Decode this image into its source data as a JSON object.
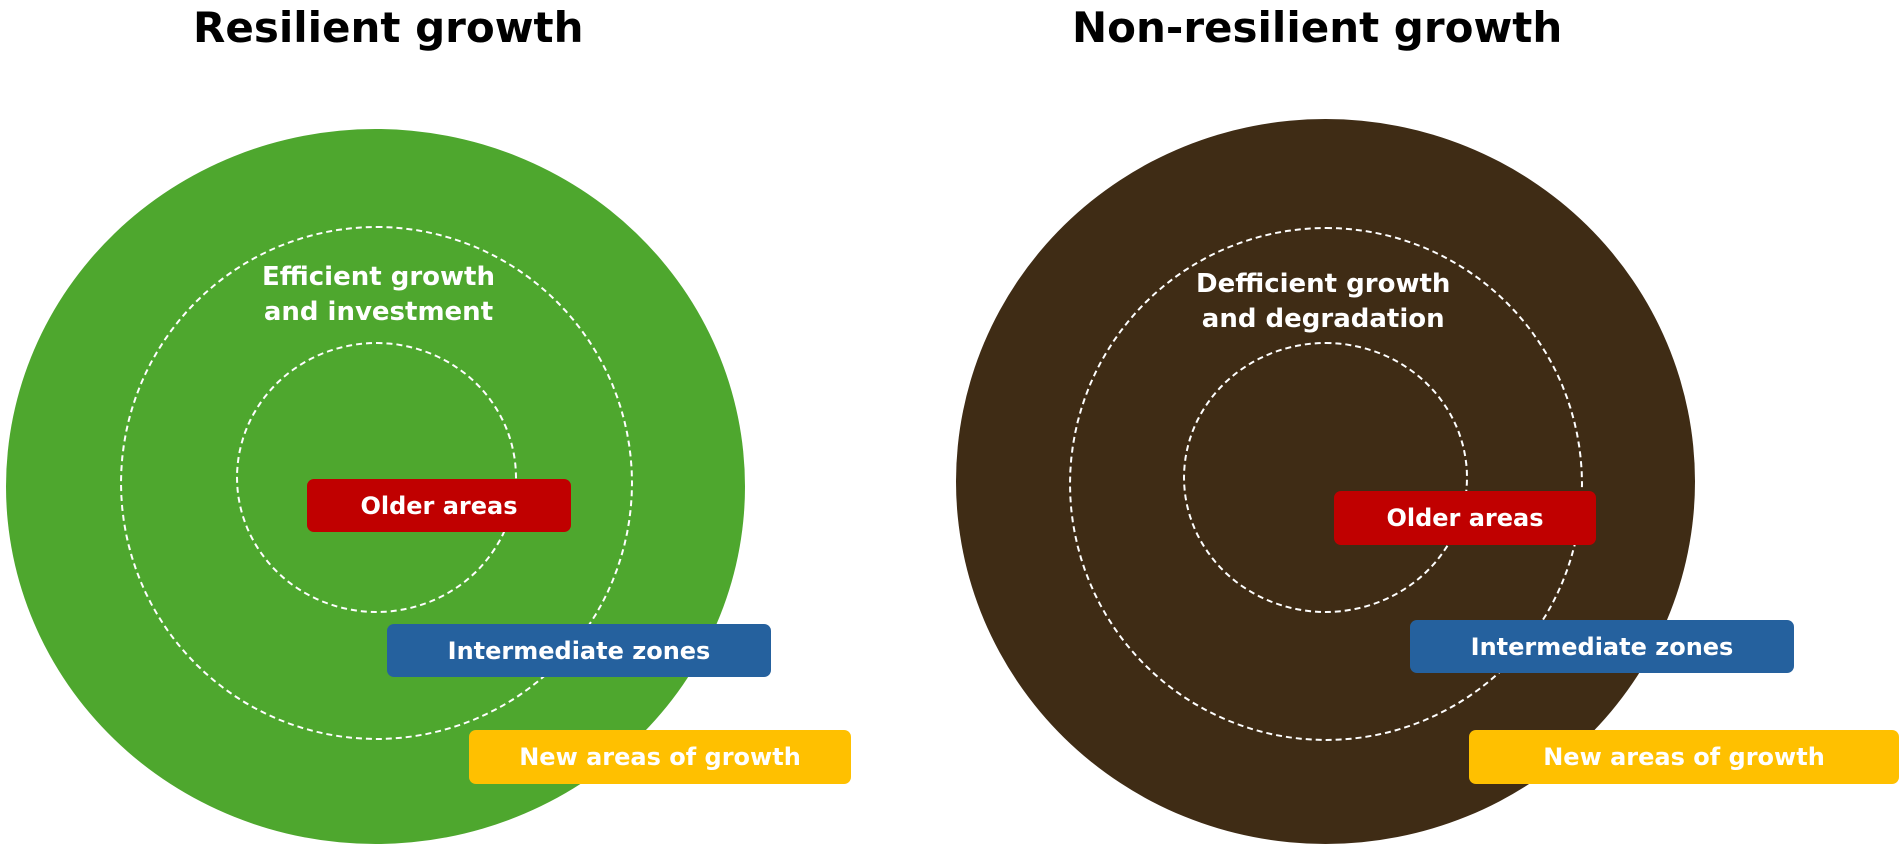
{
  "colors": {
    "resilient_green": "#4ea72e",
    "nonresilient_brown": "#3f2c15",
    "older_red": "#c00000",
    "intermediate_blue": "#25619e",
    "new_yellow": "#ffc000"
  },
  "left_panel": {
    "title": "Resilient growth",
    "ring_text_line1": "Efficient growth",
    "ring_text_line2": "and investment",
    "older_label": "Older areas",
    "intermediate_label": "Intermediate zones",
    "new_label": "New areas of growth"
  },
  "right_panel": {
    "title": "Non-resilient growth",
    "ring_text_line1": "Defficient growth",
    "ring_text_line2": "and degradation",
    "older_label": "Older areas",
    "intermediate_label": "Intermediate zones",
    "new_label": "New areas of growth"
  }
}
